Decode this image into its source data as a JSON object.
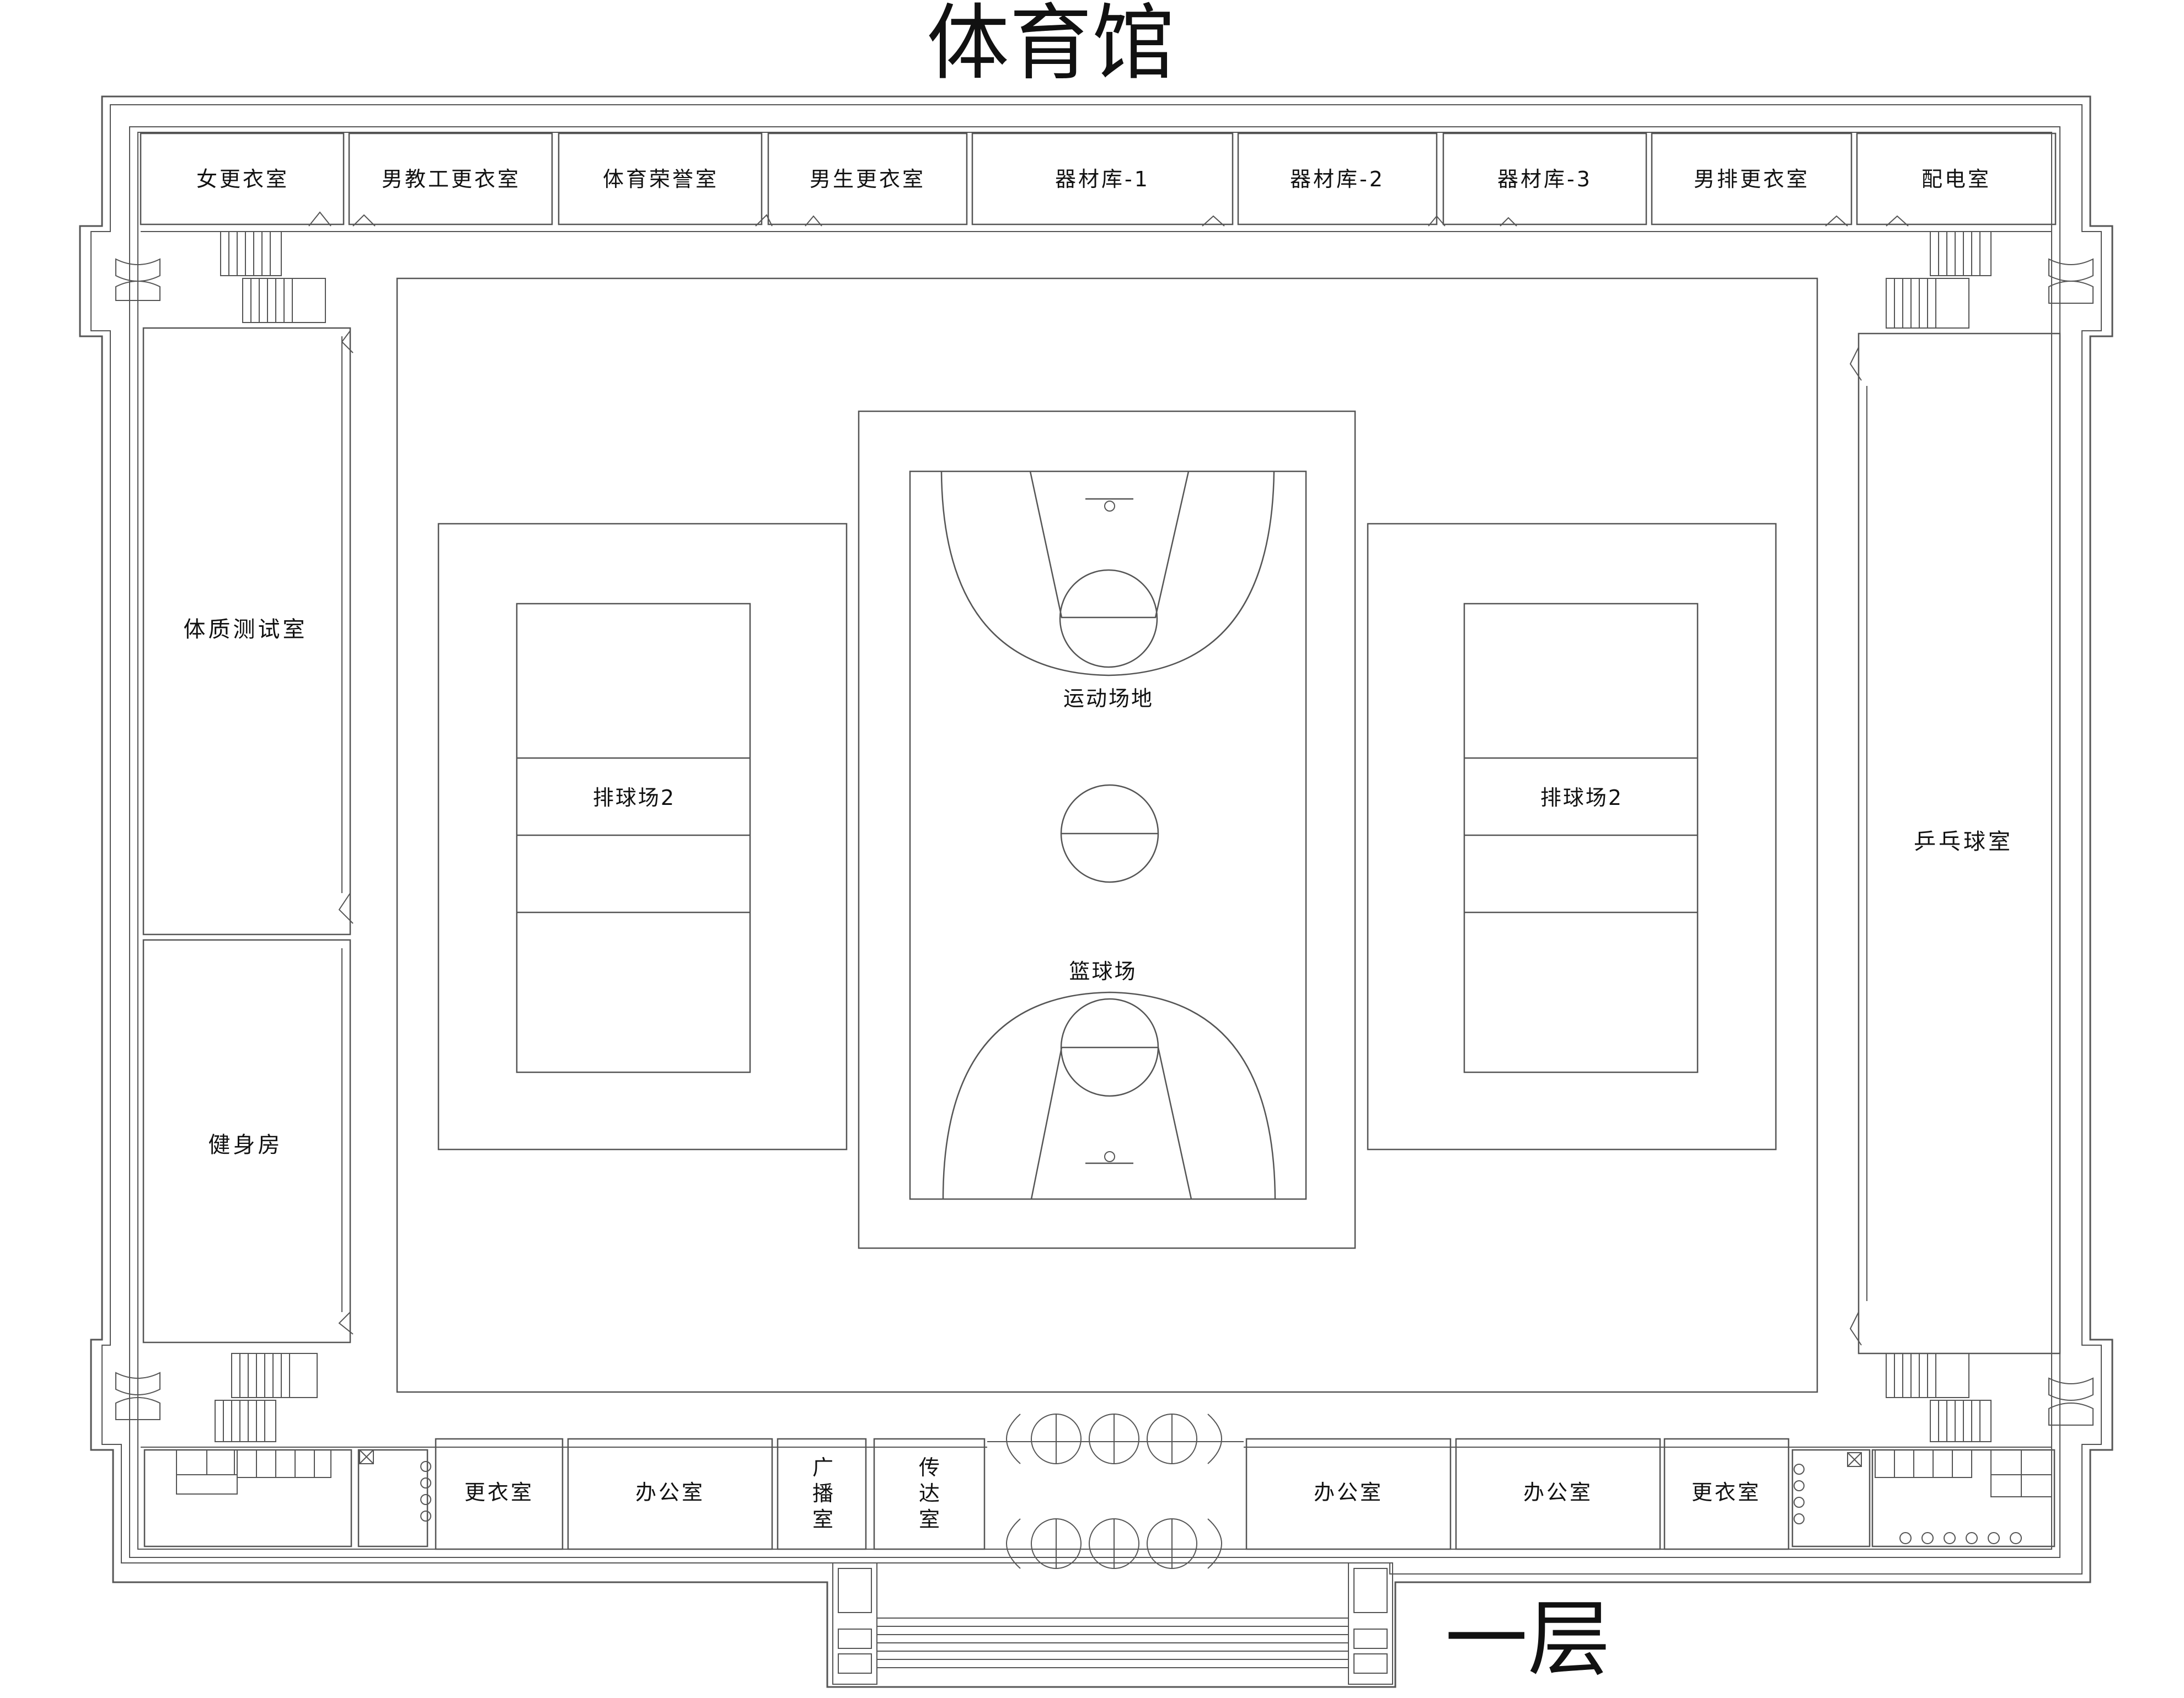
{
  "title": "体育馆",
  "floor": "一层",
  "top_rooms": [
    "女更衣室",
    "男教工更衣室",
    "体育荣誉室",
    "男生更衣室",
    "器材库-1",
    "器材库-2",
    "器材库-3",
    "男排更衣室",
    "配电室"
  ],
  "left_rooms": {
    "fitness_test": "体质测试室",
    "gym": "健身房"
  },
  "right_room": "乒乓球室",
  "center": {
    "arena_label": "运动场地",
    "basketball_label": "篮球场",
    "volleyball_left": "排球场2",
    "volleyball_right": "排球场2"
  },
  "bottom_rooms": {
    "changing_left": "更衣室",
    "office_left": "办公室",
    "broadcast_1": "广",
    "broadcast_2": "播",
    "broadcast_3": "室",
    "reception_1": "传",
    "reception_2": "达",
    "reception_3": "室",
    "office_right_1": "办公室",
    "office_right_2": "办公室",
    "changing_right": "更衣室"
  }
}
